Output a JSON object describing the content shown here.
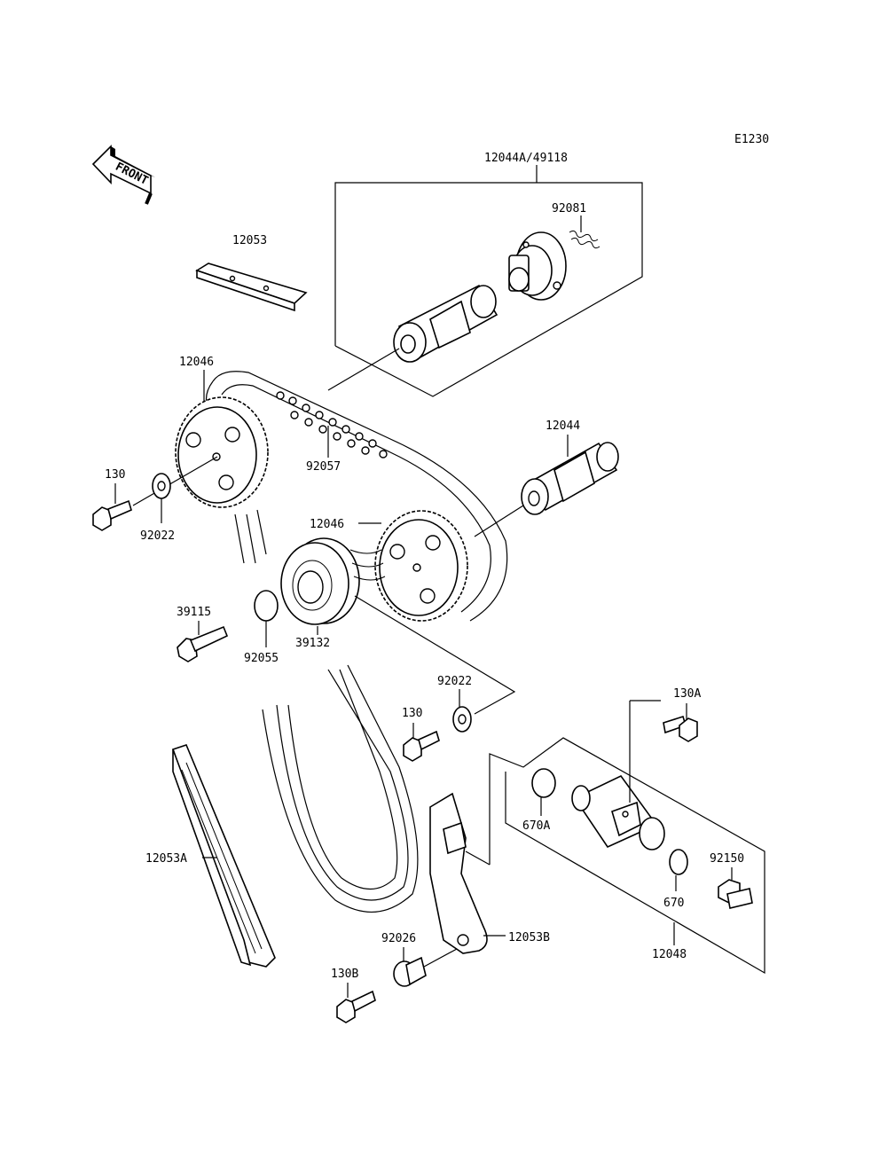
{
  "diagram_code": "E1230",
  "front_label": "FRONT",
  "labels": {
    "camshaft_set": "12044A/49118",
    "spring": "92081",
    "guide_top": "12053",
    "sprocket_upper": "12046",
    "chain": "92057",
    "camshaft": "12044",
    "bolt_left": "130",
    "washer_left": "92022",
    "sprocket_lower": "12046",
    "bolt_39115": "39115",
    "oring_92055": "92055",
    "pulley": "39132",
    "washer_right": "92022",
    "bolt_center": "130",
    "bolt_130a": "130A",
    "oring_670a": "670A",
    "guide_left": "12053A",
    "bolt_92150": "92150",
    "oring_670": "670",
    "collar": "92026",
    "guide_right": "12053B",
    "tensioner": "12048",
    "bolt_130b": "130B"
  }
}
